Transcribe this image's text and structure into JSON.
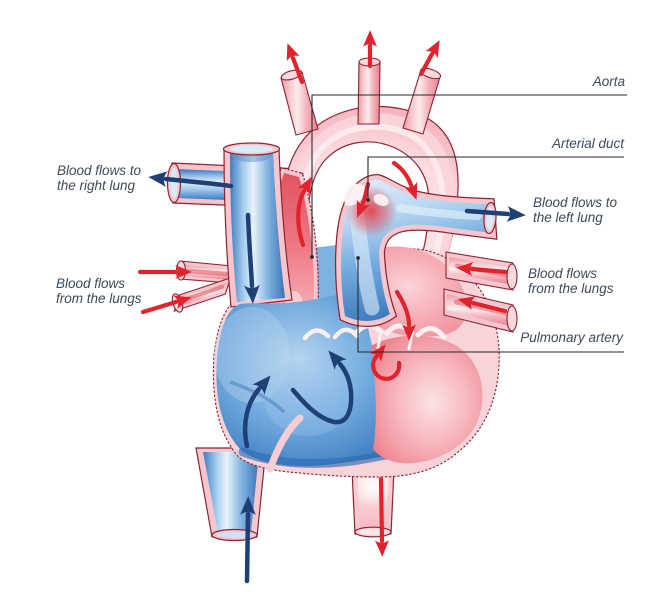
{
  "labels": {
    "aorta": "Aorta",
    "arterial_duct": "Arterial duct",
    "pulmonary_artery": "Pulmonary artery",
    "to_right_lung_1": "Blood flows to",
    "to_right_lung_2": "the right lung",
    "to_left_lung_1": "Blood flows to",
    "to_left_lung_2": "the left lung",
    "from_lungs_left_1": "Blood flows",
    "from_lungs_left_2": "from the lungs",
    "from_lungs_right_1": "Blood flows",
    "from_lungs_right_2": "from the lungs"
  },
  "colors": {
    "background": "#ffffff",
    "oxygenated_arrow_red": "#e0232c",
    "deoxygenated_arrow_navy": "#1e4077",
    "vessel_blue": "#5b9cd9",
    "vessel_pink": "#f5c6cd",
    "chamber_red": "#ee7d8a",
    "outline_maroon": "#8e2433",
    "label_text": "#3d4a58",
    "leader_line": "#2a2a2a"
  }
}
